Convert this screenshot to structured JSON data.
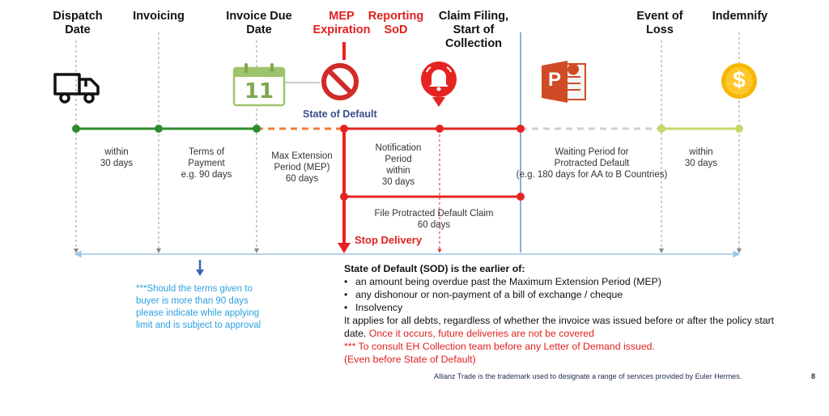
{
  "headers": {
    "dispatch": [
      "Dispatch",
      "Date"
    ],
    "invoicing": "Invoicing",
    "due": [
      "Invoice Due",
      "Date"
    ],
    "mep": [
      "MEP",
      "Expiration"
    ],
    "reporting": [
      "Reporting",
      "SoD"
    ],
    "claim": [
      "Claim Filing,",
      "Start of",
      "Collection"
    ],
    "eol": [
      "Event of",
      "Loss"
    ],
    "indemnify": "Indemnify"
  },
  "icons": {
    "truck": "truck-icon",
    "calendar": "calendar-icon",
    "calendar_day": "11",
    "prohibit": "prohibited-icon",
    "bell": "alarm-bell-icon",
    "ppt": "powerpoint-icon",
    "ppt_letter": "P",
    "dollar": "dollar-coin-icon",
    "dollar_sign": "$"
  },
  "state_of_default_label": "State of Default",
  "periods": {
    "p1": [
      "within",
      "30 days"
    ],
    "p2": [
      "Terms of",
      "Payment",
      "e.g. 90 days"
    ],
    "p3": [
      "Max Extension",
      "Period (MEP)",
      "60 days"
    ],
    "p4": [
      "Notification",
      "Period",
      "within",
      "30 days"
    ],
    "p5": [
      "Waiting Period for",
      "Protracted Default",
      "(e.g. 180 days  for AA to B Countries)"
    ],
    "p6": [
      "within",
      "30 days"
    ],
    "claim": [
      "File Protracted Default Claim",
      "60 days"
    ]
  },
  "stop_delivery": "Stop Delivery",
  "note": [
    "***Should the terms given to",
    "buyer is more than 90 days",
    "please indicate while applying",
    "limit and is subject to approval"
  ],
  "sod": {
    "title": "State of Default (SOD) is the earlier of:",
    "bullets": [
      "an amount being overdue past the Maximum Extension Period (MEP)",
      "any dishonour or non-payment of a bill of exchange / cheque",
      "Insolvency"
    ],
    "line1": "It applies for all debts, regardless of whether the invoice was issued before or after the policy start",
    "line2_black": "date.",
    "line2_red": "Once it occurs, future deliveries are not be covered",
    "line3": "*** To consult EH Collection team before any Letter of Demand issued.",
    "line4": "(Even before State of Default)"
  },
  "footer": "Allianz Trade is the trademark used to designate a range of services provided by Euler Hermes.",
  "page_number": "8",
  "colors": {
    "green": "#2e8b2e",
    "orange": "#f07a35",
    "red": "#e52421",
    "grey": "#cfcfcf",
    "lime": "#c3d96a",
    "blue_note": "#2ea0e0",
    "sod_blue": "#3a4f8a",
    "vline": "#1f5fa8"
  }
}
